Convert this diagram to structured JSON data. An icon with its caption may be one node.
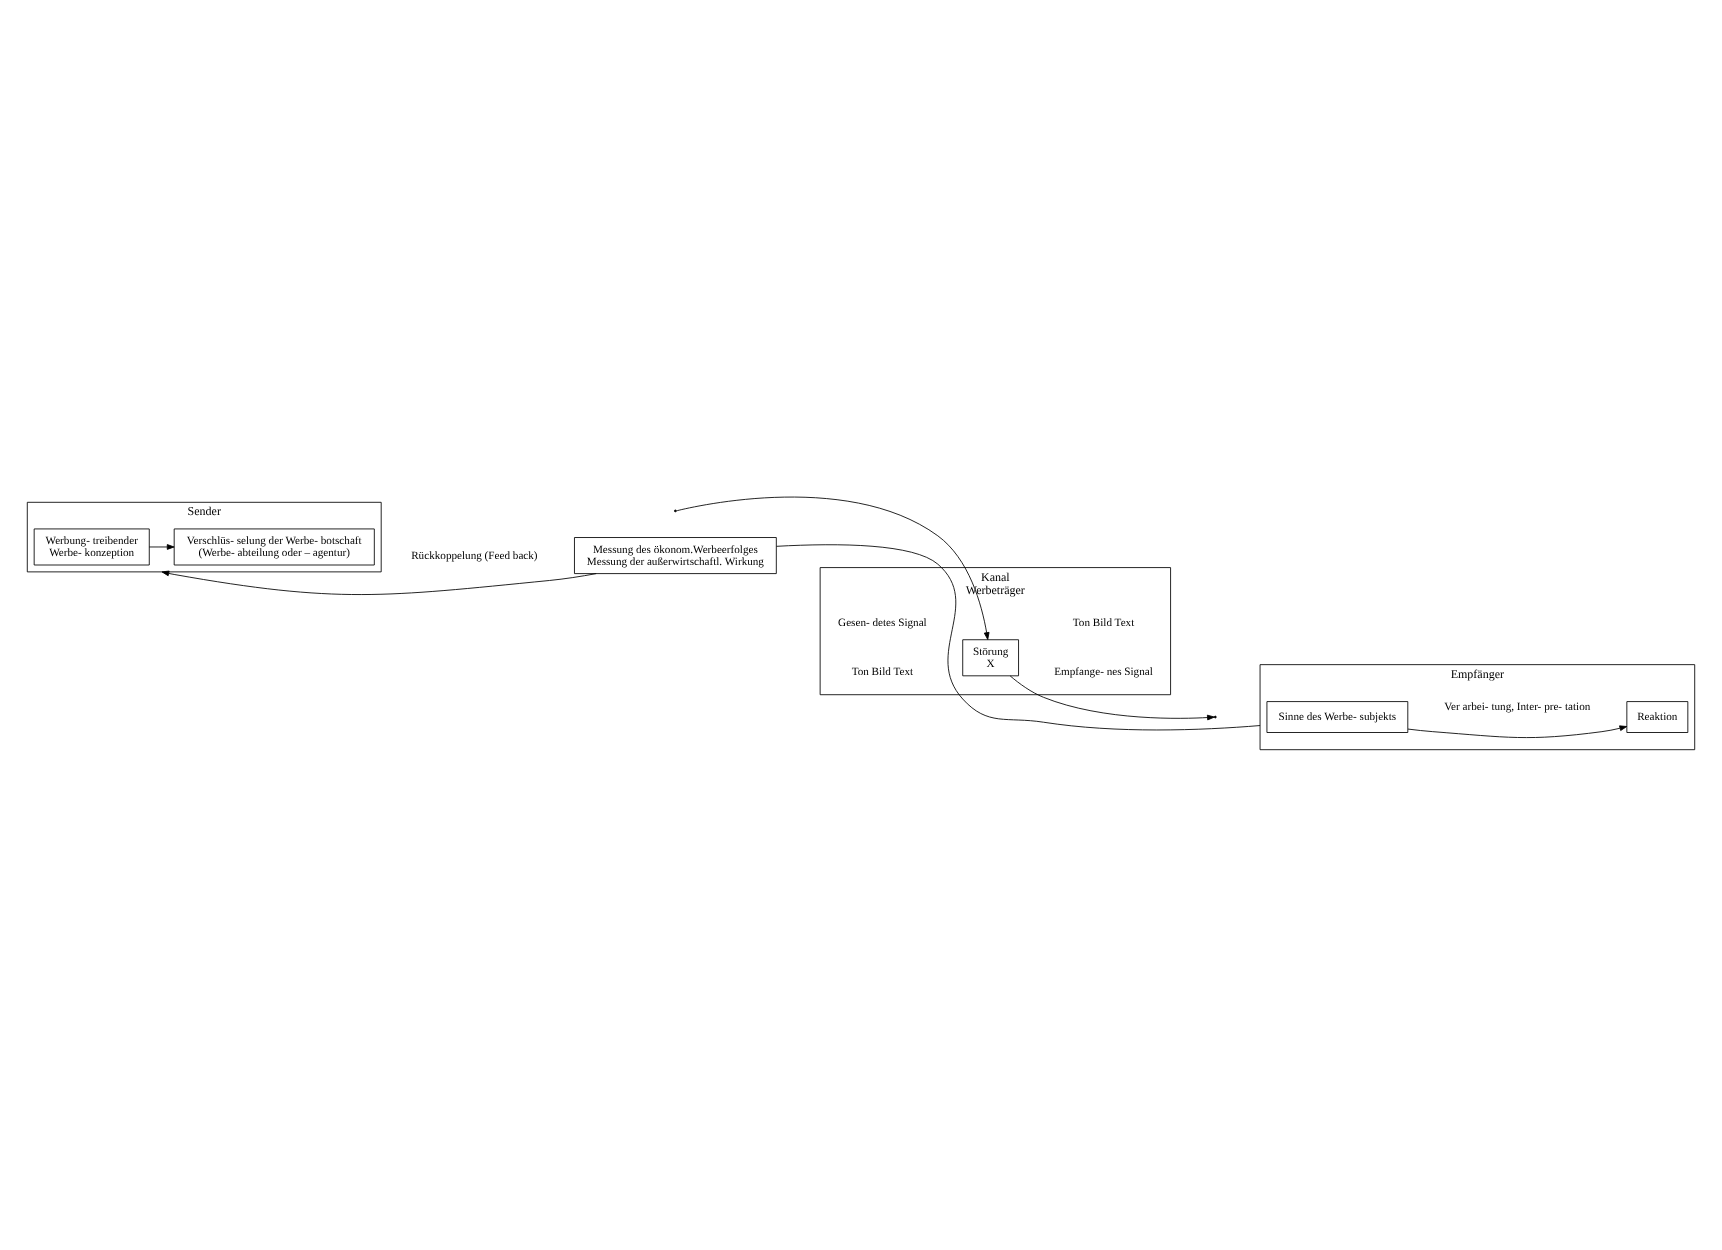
{
  "diagram": {
    "nodes": [
      {
        "text": [
          "Sender"
        ]
      },
      {
        "text": [
          "Werbung- treibender",
          "Werbe- konzeption"
        ],
        "in": 0
      },
      {
        "text": [
          "Verschlüs- selung der Werbe- botschaft",
          "(Werbe- abteilung oder – agentur)"
        ],
        "in": 0
      },
      {
        "text": [
          "Kanal",
          "Werbeträger"
        ]
      },
      {
        "text": [
          "Störung",
          "X"
        ],
        "in": 3
      },
      {
        "text": [
          "Empfänger"
        ]
      },
      {
        "text": [
          "Sinne des Werbe- subjekts"
        ],
        "in": 5
      },
      {
        "text": [
          "Reaktion"
        ],
        "in": 5
      },
      {
        "text": [
          "Messung des ökonom.Werbeerfolges",
          "Messung der außerwirtschaftl. Wirkung"
        ]
      }
    ],
    "edges": [
      {
        "from": 1,
        "to": 2,
        "arrow": "to"
      },
      {
        "from": null,
        "to": 4,
        "arrow": "to"
      },
      {
        "from": 4,
        "to": null,
        "arrow": "to"
      },
      {
        "from": 6,
        "to": 7,
        "arrow": "to"
      },
      {
        "from": 5,
        "to": 8,
        "arrow": "none"
      },
      {
        "from": 8,
        "to": 0,
        "arrow": "to"
      }
    ],
    "labels": [
      "Gesen- detes Signal",
      "Empfange- nes Signal",
      "Ton Bild Text",
      "Ton Bild Text",
      "Ver arbei- tung, Inter- pre- tation",
      "Rückkoppelung (Feed back)"
    ]
  }
}
